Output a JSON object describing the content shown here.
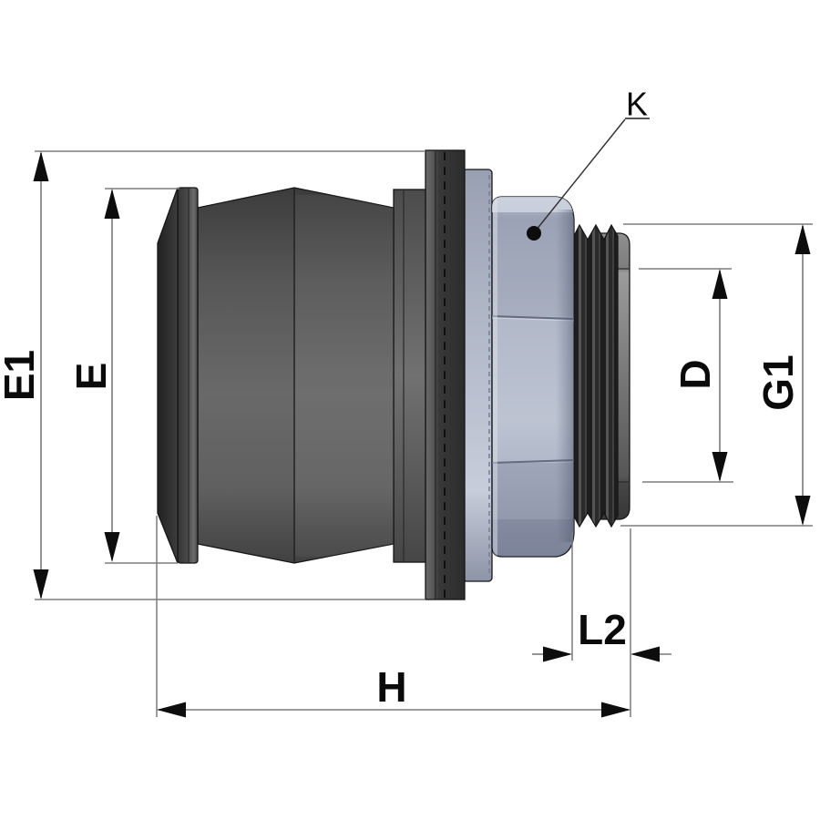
{
  "drawing": {
    "figure": "cable-gland-connector-side-view",
    "dimension_labels": {
      "e1": "E1",
      "e": "E",
      "d": "D",
      "g1": "G1",
      "l2": "L2",
      "h": "H"
    },
    "callout_labels": {
      "k": "K"
    },
    "colors": {
      "background": "#ffffff",
      "body_gray": "#5f5f5f",
      "cap_dark_gray": "#2f2f2f",
      "flange_dark": "#363636",
      "nut_lavender": "#b3bac9",
      "nut_highlight": "#c9cedb",
      "thread_dark": "#242424",
      "back_cylinder_gray": "#8c8c8c",
      "dim_line_gray": "#7a7a7a",
      "ink_black": "#0d0d0d"
    }
  }
}
